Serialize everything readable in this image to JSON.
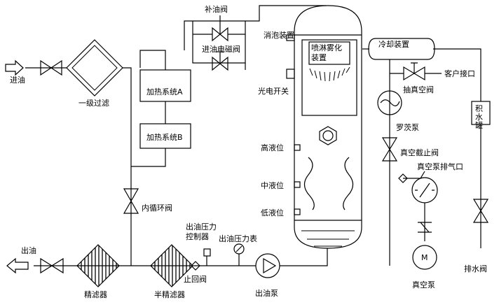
{
  "labels": {
    "inlet": "进油",
    "primary_filter": "一级过滤",
    "makeup_valve": "补油阀",
    "inlet_solenoid": "进油电磁阀",
    "heating_a": "加热系统A",
    "heating_b": "加热系统B",
    "internal_valve": "内循环阀",
    "defoamer": "消泡装置",
    "spray_device_line1": "喷淋雾化",
    "spray_device_line2": "装置",
    "photo_switch": "光电开关",
    "high_level": "高液位",
    "mid_level": "中液位",
    "low_level": "低液位",
    "cooling": "冷却装置",
    "customer_port": "客户接口",
    "vacuum_valve": "抽真空阀",
    "roots_pump": "罗茨泵",
    "vacuum_cutoff": "真空截止阀",
    "vacuum_exhaust": "真空泵排气口",
    "vacuum_pump": "真空泵",
    "pump_motor": "M",
    "water_tank": "积水罐",
    "drain_valve": "排水阀",
    "outlet": "出油",
    "fine_filter": "精滤器",
    "semi_fine_filter": "半精滤器",
    "check_valve": "止回阀",
    "pressure_ctrl_line1": "出油压力",
    "pressure_ctrl_line2": "控制器",
    "pressure_gauge": "出油压力表",
    "outlet_pump": "出油泵"
  }
}
